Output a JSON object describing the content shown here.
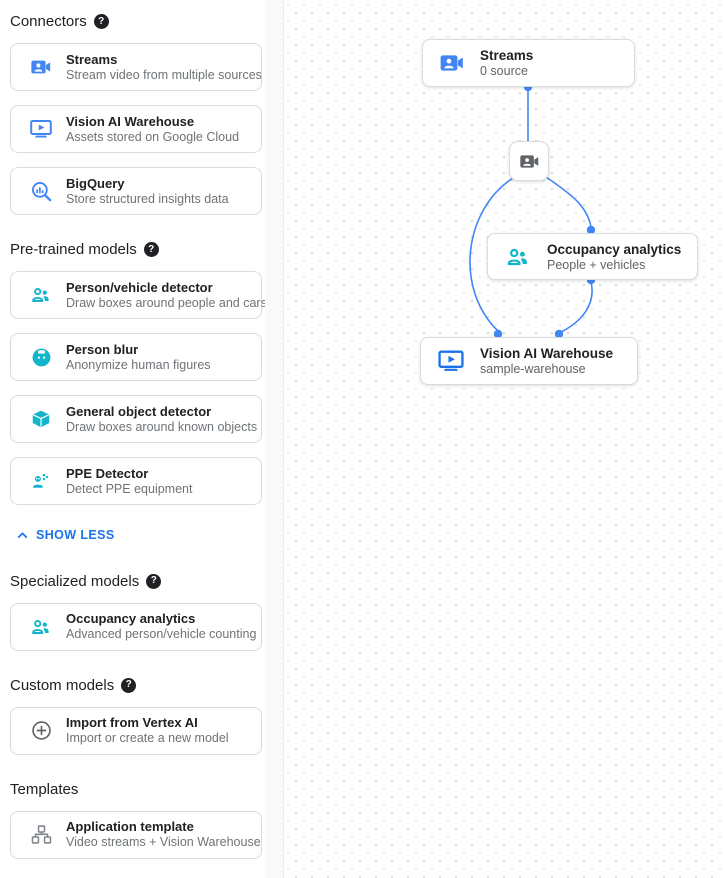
{
  "icons": {
    "help_glyph": "?"
  },
  "sidebar": {
    "sections": [
      {
        "title": "Connectors",
        "has_help": true,
        "cards": [
          {
            "icon": "video-camera",
            "title": "Streams",
            "description": "Stream video from multiple sources"
          },
          {
            "icon": "warehouse-monitor",
            "title": "Vision AI Warehouse",
            "description": "Assets stored on Google Cloud"
          },
          {
            "icon": "bigquery-magnifier",
            "title": "BigQuery",
            "description": "Store structured insights data"
          }
        ]
      },
      {
        "title": "Pre-trained models",
        "has_help": true,
        "cards": [
          {
            "icon": "people",
            "title": "Person/vehicle detector",
            "description": "Draw boxes around people and cars"
          },
          {
            "icon": "face-blur",
            "title": "Person blur",
            "description": "Anonymize human figures"
          },
          {
            "icon": "cube",
            "title": "General object detector",
            "description": "Draw boxes around known objects"
          },
          {
            "icon": "ppe-person",
            "title": "PPE Detector",
            "description": "Detect PPE equipment"
          }
        ],
        "footer_link": {
          "label": "SHOW LESS",
          "icon": "chevron-up"
        }
      },
      {
        "title": "Specialized models",
        "has_help": true,
        "cards": [
          {
            "icon": "people",
            "title": "Occupancy analytics",
            "description": "Advanced person/vehicle counting"
          }
        ]
      },
      {
        "title": "Custom models",
        "has_help": true,
        "cards": [
          {
            "icon": "plus-circle",
            "title": "Import from Vertex AI",
            "description": "Import or create a new model"
          }
        ]
      },
      {
        "title": "Templates",
        "has_help": false,
        "cards": [
          {
            "icon": "sitemap",
            "title": "Application template",
            "description": "Video streams + Vision Warehouse"
          }
        ]
      }
    ]
  },
  "canvas": {
    "nodes": [
      {
        "id": "streams",
        "title": "Streams",
        "subtitle": "0 source",
        "icon": "video-camera-blue"
      },
      {
        "id": "stream-source",
        "icon": "video-camera-gray"
      },
      {
        "id": "occupancy-analytics",
        "title": "Occupancy analytics",
        "subtitle": "People + vehicles",
        "icon": "people-teal"
      },
      {
        "id": "vision-ai-warehouse",
        "title": "Vision AI Warehouse",
        "subtitle": "sample-warehouse",
        "icon": "warehouse-monitor-blue"
      }
    ],
    "colors": {
      "edge": "#4285f4",
      "dot": "#4285f4"
    }
  }
}
